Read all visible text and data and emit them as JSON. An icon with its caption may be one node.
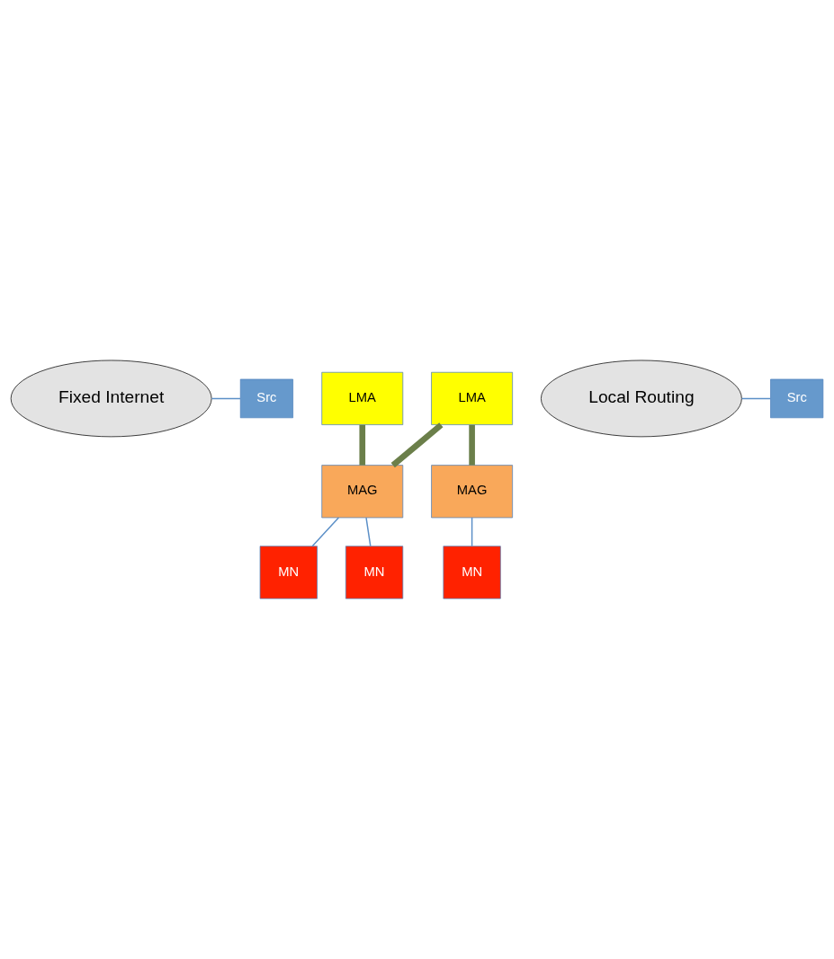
{
  "diagram": {
    "nodes": [
      {
        "text": [
          "Fixed Internet"
        ]
      },
      {
        "text": [
          "Src"
        ]
      },
      {
        "text": [
          "LMA"
        ]
      },
      {
        "text": [
          "LMA"
        ]
      },
      {
        "text": [
          "Local Routing"
        ]
      },
      {
        "text": [
          "Src"
        ]
      },
      {
        "text": [
          "MAG"
        ]
      },
      {
        "text": [
          "MAG"
        ]
      },
      {
        "text": [
          "MN"
        ]
      },
      {
        "text": [
          "MN"
        ]
      },
      {
        "text": [
          "MN"
        ]
      }
    ],
    "edges": [
      {
        "from": 0,
        "to": 1,
        "arrow": "none"
      },
      {
        "from": 2,
        "to": 6,
        "arrow": "none",
        "style": "thick",
        "color": "#6b7f4a"
      },
      {
        "from": 3,
        "to": 6,
        "arrow": "none",
        "style": "thick",
        "color": "#6b7f4a"
      },
      {
        "from": 3,
        "to": 7,
        "arrow": "none",
        "style": "thick",
        "color": "#6b7f4a"
      },
      {
        "from": 4,
        "to": 5,
        "arrow": "none"
      },
      {
        "from": 6,
        "to": 8,
        "arrow": "none"
      },
      {
        "from": 6,
        "to": 9,
        "arrow": "none"
      },
      {
        "from": 7,
        "to": 10,
        "arrow": "none"
      }
    ]
  }
}
